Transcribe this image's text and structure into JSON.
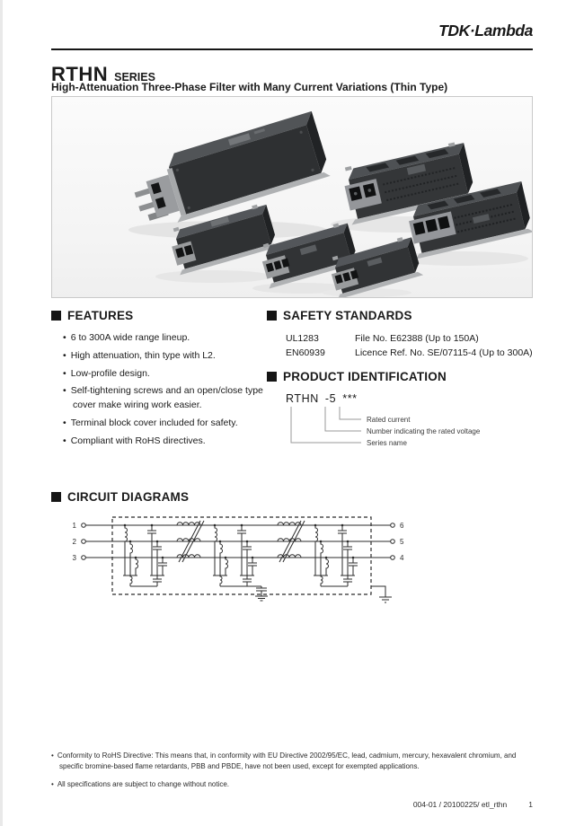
{
  "page": {
    "logo": "TDK·Lambda",
    "series": "RTHN",
    "series_suffix": "SERIES",
    "subtitle": "High-Attenuation Three-Phase Filter with Many Current Variations (Thin Type)"
  },
  "sections": {
    "features": {
      "title": "FEATURES",
      "items": [
        "6 to 300A wide range lineup.",
        "High attenuation, thin type with L2.",
        "Low-profile design.",
        "Self-tightening screws and an open/close type cover make wiring work easier.",
        "Terminal block cover included for safety.",
        "Compliant with RoHS directives."
      ]
    },
    "safety_standards": {
      "title": "SAFETY STANDARDS",
      "rows": [
        {
          "standard": "UL1283",
          "detail": "File No. E62388 (Up to 150A)"
        },
        {
          "standard": "EN60939",
          "detail": "Licence Ref. No. SE/07115-4 (Up to 300A)"
        }
      ]
    },
    "product_identification": {
      "title": "PRODUCT IDENTIFICATION",
      "code_series": "RTHN",
      "code_voltage": "-5",
      "code_current": "***",
      "labels": [
        "Rated current",
        "Number indicating the rated voltage",
        "Series name"
      ]
    },
    "circuit_diagrams": {
      "title": "CIRCUIT DIAGRAMS",
      "input_terminals": [
        "1",
        "2",
        "3"
      ],
      "output_terminals": [
        "6",
        "5",
        "4"
      ]
    }
  },
  "footnotes": [
    "Conformity to RoHS Directive: This means that, in conformity with EU Directive 2002/95/EC, lead, cadmium, mercury, hexavalent chromium, and specific bromine-based flame retardants, PBB and PBDE, have not been used, except for exempted applications.",
    "All specifications are subject to change without notice."
  ],
  "footer": {
    "doc_number": "004-01 / 20100225/ etl_rthn",
    "page_number": "1"
  },
  "colors": {
    "text": "#1a1a1a",
    "rule": "#161616",
    "photo_border": "#c9c9c9",
    "filter_body": "#303234",
    "filter_metal": "#b0b2b4",
    "connector_gray": "#999999"
  }
}
